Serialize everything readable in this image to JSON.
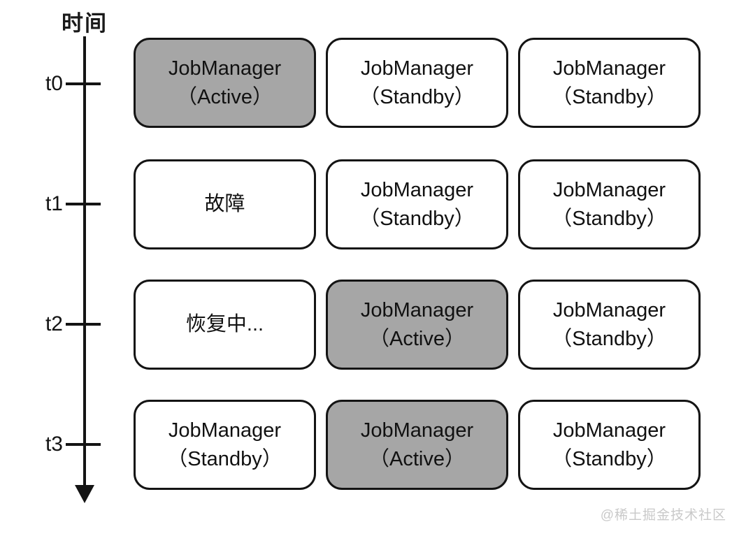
{
  "timeline": {
    "title": "时间",
    "ticks": [
      {
        "label": "t0"
      },
      {
        "label": "t1"
      },
      {
        "label": "t2"
      },
      {
        "label": "t3"
      }
    ]
  },
  "grid": {
    "rows": [
      {
        "time": "t0",
        "cells": [
          {
            "label": "JobManager\n（Active）",
            "active": true
          },
          {
            "label": "JobManager\n（Standby）",
            "active": false
          },
          {
            "label": "JobManager\n（Standby）",
            "active": false
          }
        ]
      },
      {
        "time": "t1",
        "cells": [
          {
            "label": "故障",
            "active": false
          },
          {
            "label": "JobManager\n（Standby）",
            "active": false
          },
          {
            "label": "JobManager\n（Standby）",
            "active": false
          }
        ]
      },
      {
        "time": "t2",
        "cells": [
          {
            "label": "恢复中...",
            "active": false
          },
          {
            "label": "JobManager\n（Active）",
            "active": true
          },
          {
            "label": "JobManager\n（Standby）",
            "active": false
          }
        ]
      },
      {
        "time": "t3",
        "cells": [
          {
            "label": "JobManager\n（Standby）",
            "active": false
          },
          {
            "label": "JobManager\n（Active）",
            "active": true
          },
          {
            "label": "JobManager\n（Standby）",
            "active": false
          }
        ]
      }
    ]
  },
  "watermark": "@稀土掘金技术社区",
  "colors": {
    "active_fill": "#a6a6a6",
    "standby_fill": "#ffffff",
    "box_border": "#141414",
    "timeline": "#141414",
    "watermark_text": "#c9c9c9"
  }
}
